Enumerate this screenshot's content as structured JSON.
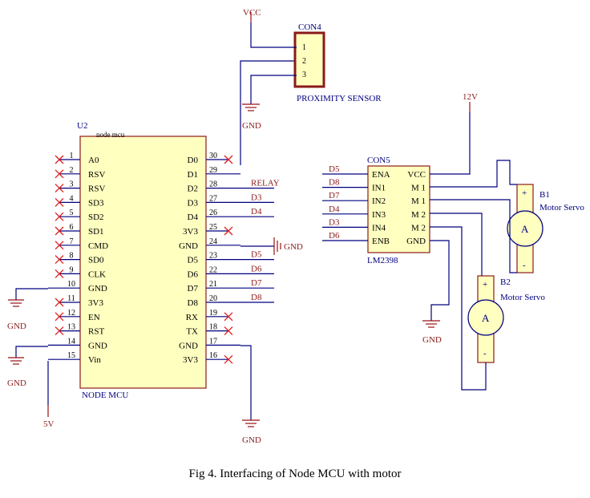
{
  "caption": "Fig 4. Interfacing of Node MCU with motor",
  "colors": {
    "wire": "#000080",
    "part_outline": "#8b1a1a",
    "part_fill": "#ffffc0",
    "no_connect": "#e02020",
    "label": "#8b1a1a"
  },
  "nodemcu": {
    "ref": "U2",
    "value": "node mcu",
    "name": "NODE MCU",
    "left_pins": [
      {
        "num": "1",
        "name": "A0",
        "nc": true
      },
      {
        "num": "2",
        "name": "RSV",
        "nc": true
      },
      {
        "num": "3",
        "name": "RSV",
        "nc": true
      },
      {
        "num": "4",
        "name": "SD3",
        "nc": true
      },
      {
        "num": "5",
        "name": "SD2",
        "nc": true
      },
      {
        "num": "6",
        "name": "SD1",
        "nc": true
      },
      {
        "num": "7",
        "name": "CMD",
        "nc": true
      },
      {
        "num": "8",
        "name": "SD0",
        "nc": true
      },
      {
        "num": "9",
        "name": "CLK",
        "nc": true
      },
      {
        "num": "10",
        "name": "GND",
        "nc": false
      },
      {
        "num": "11",
        "name": "3V3",
        "nc": true
      },
      {
        "num": "12",
        "name": "EN",
        "nc": true
      },
      {
        "num": "13",
        "name": "RST",
        "nc": true
      },
      {
        "num": "14",
        "name": "GND",
        "nc": false
      },
      {
        "num": "15",
        "name": "Vin",
        "nc": false
      }
    ],
    "right_pins": [
      {
        "num": "30",
        "name": "D0",
        "nc": true,
        "net": ""
      },
      {
        "num": "29",
        "name": "D1",
        "nc": false,
        "net": ""
      },
      {
        "num": "28",
        "name": "D2",
        "nc": false,
        "net": "RELAY"
      },
      {
        "num": "27",
        "name": "D3",
        "nc": false,
        "net": "D3"
      },
      {
        "num": "26",
        "name": "D4",
        "nc": false,
        "net": "D4"
      },
      {
        "num": "25",
        "name": "3V3",
        "nc": true,
        "net": ""
      },
      {
        "num": "24",
        "name": "GND",
        "nc": false,
        "net": ""
      },
      {
        "num": "23",
        "name": "D5",
        "nc": false,
        "net": "D5"
      },
      {
        "num": "22",
        "name": "D6",
        "nc": false,
        "net": "D6"
      },
      {
        "num": "21",
        "name": "D7",
        "nc": false,
        "net": "D7"
      },
      {
        "num": "20",
        "name": "D8",
        "nc": false,
        "net": "D8"
      },
      {
        "num": "19",
        "name": "RX",
        "nc": true,
        "net": ""
      },
      {
        "num": "18",
        "name": "TX",
        "nc": true,
        "net": ""
      },
      {
        "num": "17",
        "name": "GND",
        "nc": false,
        "net": ""
      },
      {
        "num": "16",
        "name": "3V3",
        "nc": true,
        "net": ""
      }
    ]
  },
  "con4": {
    "ref": "CON4",
    "pins": [
      "1",
      "2",
      "3"
    ],
    "name": "PROXIMITY SENSOR",
    "vcc": "VCC",
    "gnd": "GND"
  },
  "l298": {
    "ref": "CON5",
    "name": "LM2398",
    "left_pins": [
      {
        "name": "ENA",
        "net": "D5"
      },
      {
        "name": "IN1",
        "net": "D8"
      },
      {
        "name": "IN2",
        "net": "D7"
      },
      {
        "name": "IN3",
        "net": "D4"
      },
      {
        "name": "IN4",
        "net": "D3"
      },
      {
        "name": "ENB",
        "net": "D6"
      }
    ],
    "right_pins": [
      "VCC",
      "M 1",
      "M 1",
      "M 2",
      "M 2",
      "GND"
    ],
    "supply": "12V"
  },
  "motors": [
    {
      "ref": "B1",
      "value": "Motor Servo",
      "symbol": "A",
      "plus": "+",
      "minus": "-"
    },
    {
      "ref": "B2",
      "value": "Motor Servo",
      "symbol": "A",
      "plus": "+",
      "minus": "-"
    }
  ],
  "power_labels": {
    "gnd": "GND",
    "five_volt": "5V"
  }
}
